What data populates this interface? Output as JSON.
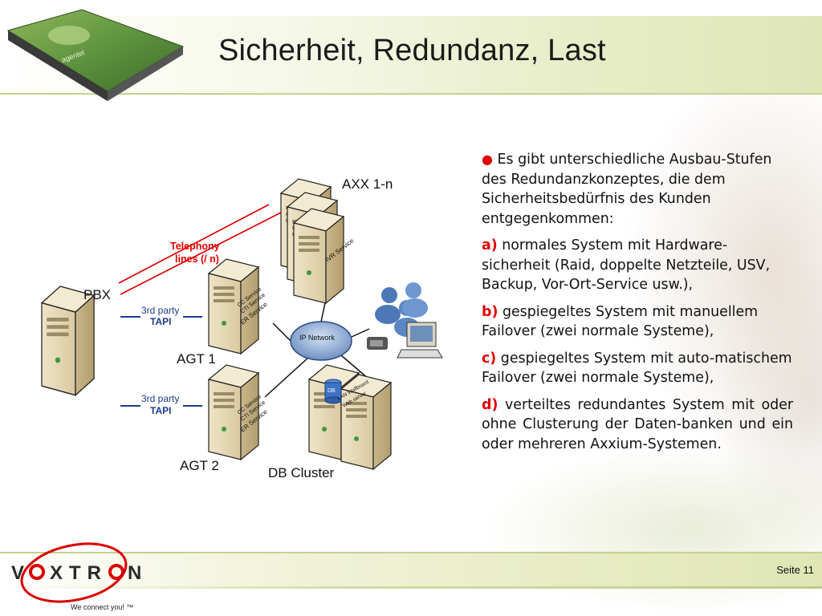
{
  "slide": {
    "title": "Sicherheit, Redundanz, Last",
    "page_number": "Seite 11"
  },
  "book_cover": {
    "product_name": "agentel"
  },
  "diagram": {
    "axx_label": "AXX 1-n",
    "pbx_label": "PBX",
    "telephony_line1": "Telephony",
    "telephony_line2": "lines (/ n)",
    "third_party_1": "3rd party",
    "tapi_1": "TAPI",
    "third_party_2": "3rd party",
    "tapi_2": "TAPI",
    "agt1_label": "AGT 1",
    "agt2_label": "AGT 2",
    "db_cluster_label": "DB Cluster",
    "ip_network_label": "IP Network",
    "ivr_service": "IVR Service",
    "cc_service": "CC Service",
    "cti_service": "CTI Service",
    "er_service": "ER Service",
    "db_label": "DB",
    "lan_wallboard": "LAN Wallboard",
    "web_server": "Web server",
    "accent_red": "#e00000",
    "accent_blue": "#1f3a8a"
  },
  "content": {
    "intro": "Es gibt unterschiedliche Ausbau-Stufen des Redundanzkonzeptes, die dem Sicherheitsbedürfnis des Kunden entgegenkommen:",
    "items": [
      {
        "marker": "a)",
        "text": "normales System mit Hardware-sicherheit (Raid, doppelte Netzteile, USV, Backup, Vor-Ort-Service usw.),"
      },
      {
        "marker": "b)",
        "text": "gespiegeltes System mit manuellem Failover (zwei normale Systeme),"
      },
      {
        "marker": "c)",
        "text": "gespiegeltes System mit auto-matischem Failover (zwei normale Systeme),"
      },
      {
        "marker": "d)",
        "text": "verteiltes redundantes System mit oder ohne Clusterung der Daten-banken und ein oder mehreren Axxium-Systemen."
      }
    ]
  },
  "footer": {
    "logo_text_left": "V",
    "logo_text_right": "XTR",
    "logo_text_end": "N",
    "tagline": "We connect you! ™"
  }
}
